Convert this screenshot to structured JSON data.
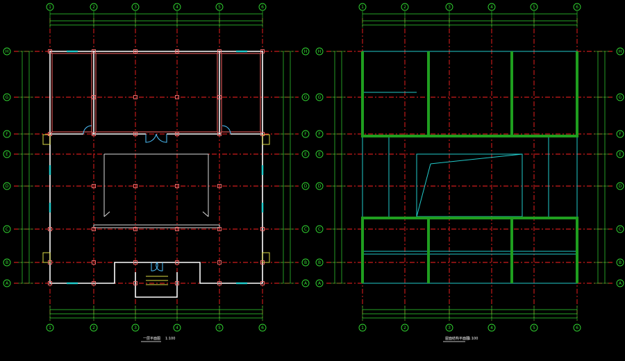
{
  "left_plan": {
    "top_axis_labels": [
      "1",
      "2",
      "3",
      "4",
      "5",
      "6"
    ],
    "bottom_axis_labels": [
      "1",
      "2",
      "3",
      "4",
      "5",
      "6"
    ],
    "left_axis_labels": [
      "H",
      "G",
      "F",
      "E",
      "D",
      "C",
      "B",
      "A"
    ],
    "right_axis_labels": [
      "H",
      "G",
      "F",
      "E",
      "D",
      "C",
      "B",
      "A"
    ],
    "title": "一层平面图",
    "scale": "1:100"
  },
  "right_plan": {
    "top_axis_labels": [
      "1",
      "2",
      "3",
      "4",
      "5",
      "6"
    ],
    "bottom_axis_labels": [
      "1",
      "2",
      "3",
      "4",
      "5",
      "6"
    ],
    "left_axis_labels": [
      "H",
      "G",
      "F",
      "E",
      "D",
      "C",
      "B",
      "A"
    ],
    "right_axis_labels": [
      "H",
      "G",
      "F",
      "E",
      "D",
      "C",
      "B",
      "A"
    ],
    "title": "屋面结构平面图",
    "scale": "1:100"
  },
  "colors": {
    "background": "#000000",
    "axis_line": "#ff2222",
    "dimension": "#33dd33",
    "wall": "#ffffff",
    "bubble": "#33dd33",
    "window": "#22cccc",
    "beam": "#22aa22",
    "slab": "#22cccc"
  }
}
